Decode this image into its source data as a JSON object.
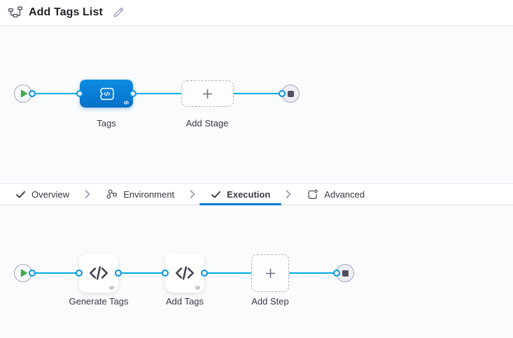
{
  "header": {
    "title": "Add Tags List",
    "icons": {
      "left": "pipeline-icon",
      "right": "edit-pencil-icon"
    }
  },
  "stage_canvas": {
    "nodes": [
      {
        "type": "start",
        "icon": "play-icon"
      },
      {
        "type": "stage",
        "kind": "custom-stage",
        "label": "Tags",
        "icon": "custom-stage-icon",
        "badge": "code-icon"
      },
      {
        "type": "add-stage",
        "label": "Add Stage",
        "icon": "plus-icon"
      },
      {
        "type": "end",
        "icon": "stop-icon"
      }
    ]
  },
  "tab_bar": {
    "active_tab": "Execution",
    "tabs": [
      {
        "label": "Overview",
        "icon": "check-icon",
        "state": "completed"
      },
      {
        "label": "Environment",
        "icon": "environment-icon",
        "state": "default"
      },
      {
        "label": "Execution",
        "icon": "check-icon",
        "state": "active"
      },
      {
        "label": "Advanced",
        "icon": "advanced-icon",
        "state": "default"
      }
    ]
  },
  "execution_canvas": {
    "nodes": [
      {
        "type": "start",
        "icon": "play-icon"
      },
      {
        "type": "step",
        "kind": "code",
        "label": "Generate Tags",
        "icon": "code-icon",
        "badge": "code-icon"
      },
      {
        "type": "step",
        "kind": "code",
        "label": "Add Tags",
        "icon": "code-icon",
        "badge": "code-icon"
      },
      {
        "type": "add-step",
        "label": "Add Step",
        "icon": "plus-icon"
      },
      {
        "type": "end",
        "icon": "stop-icon"
      }
    ]
  },
  "colors": {
    "accent_blue": "#0278d5",
    "link_blue": "#00ade4",
    "connector_blue": "#0092e4",
    "stage_gradient_top": "#0f8de2",
    "stage_gradient_bottom": "#026fc8",
    "play_green": "#3eaa47",
    "canvas_bg": "#fafbfc",
    "text_dark": "#383946",
    "muted_gray": "#9598b5"
  }
}
